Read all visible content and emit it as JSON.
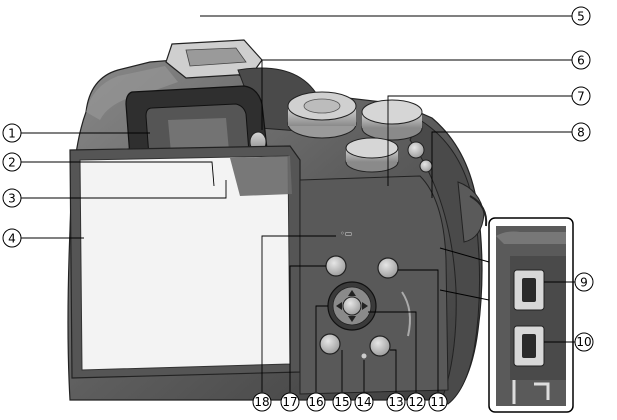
{
  "diagram": {
    "subject": "camera-rear-view",
    "callouts": [
      "1",
      "2",
      "3",
      "4",
      "5",
      "6",
      "7",
      "8",
      "9",
      "10",
      "11",
      "12",
      "13",
      "14",
      "15",
      "16",
      "17",
      "18"
    ],
    "colors": {
      "body_dark": "#3a3a3a",
      "body_mid": "#6e6e6e",
      "body_light": "#bdbdbd",
      "screen": "#f3f3f3",
      "line": "#000000"
    }
  }
}
